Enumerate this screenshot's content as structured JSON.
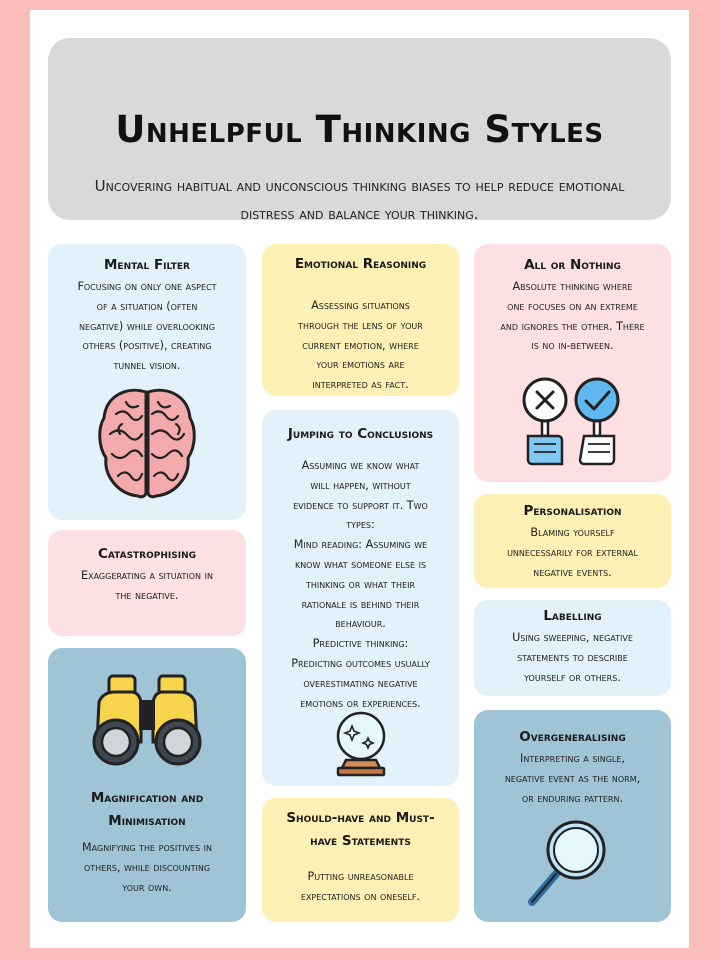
{
  "header": {
    "title": "Unhelpful Thinking Styles",
    "subtitle": "Uncovering habitual and unconscious thinking biases to help reduce emotional distress and balance your thinking."
  },
  "colors": {
    "page_border": "#fbbcbc",
    "header_bg": "#d9d9d9",
    "card_blue": "#e3f1fb",
    "card_yellow": "#fdf0b4",
    "card_pink": "#fde0e1",
    "card_teal": "#9ec4d5"
  },
  "cards": {
    "mental_filter": {
      "title": "Mental Filter",
      "body": "Focusing on only one aspect\nof a situation (often\nnegative) while overlooking\nothers (positive), creating\ntunnel vision.",
      "icon": "brain-icon"
    },
    "emotional_reasoning": {
      "title": "Emotional Reasoning",
      "body": "Assessing situations\nthrough the lens of your\ncurrent emotion, where\nyour emotions are\ninterpreted as fact."
    },
    "all_or_nothing": {
      "title": "All or Nothing",
      "body": "Absolute thinking where\none focuses on an extreme\nand ignores the other. There\nis no in-between.",
      "icon": "cross-and-check-signs-icon"
    },
    "catastrophising": {
      "title": "Catastrophising",
      "body": "Exaggerating a situation in\nthe negative."
    },
    "jumping_to_conclusions": {
      "title": "Jumping to Conclusions",
      "body": "Assuming we know what\nwill happen, without\nevidence to support it. Two\ntypes:\nMind reading: Assuming we\nknow what someone else is\nthinking or what their\nrationale is behind their\nbehaviour.\nPredictive thinking:\nPredicting outcomes usually\noverestimating negative\nemotions or experiences.",
      "icon": "crystal-ball-icon"
    },
    "personalisation": {
      "title": "Personalisation",
      "body": "Blaming yourself\nunnecessarily for external\nnegative events."
    },
    "labelling": {
      "title": "Labelling",
      "body": "Using sweeping, negative\nstatements to describe\nyourself or others."
    },
    "magnification": {
      "title": "Magnification and\nMinimisation",
      "body": "Magnifying the positives in\nothers, while discounting\nyour own.",
      "icon": "binoculars-icon"
    },
    "overgeneralising": {
      "title": "Overgeneralising",
      "body": "Interpreting a single,\nnegative event as the norm,\nor enduring pattern.",
      "icon": "magnifying-glass-icon"
    },
    "should_must": {
      "title": "Should-have and Must-\nhave Statements",
      "body": "Putting unreasonable\nexpectations on oneself."
    }
  }
}
